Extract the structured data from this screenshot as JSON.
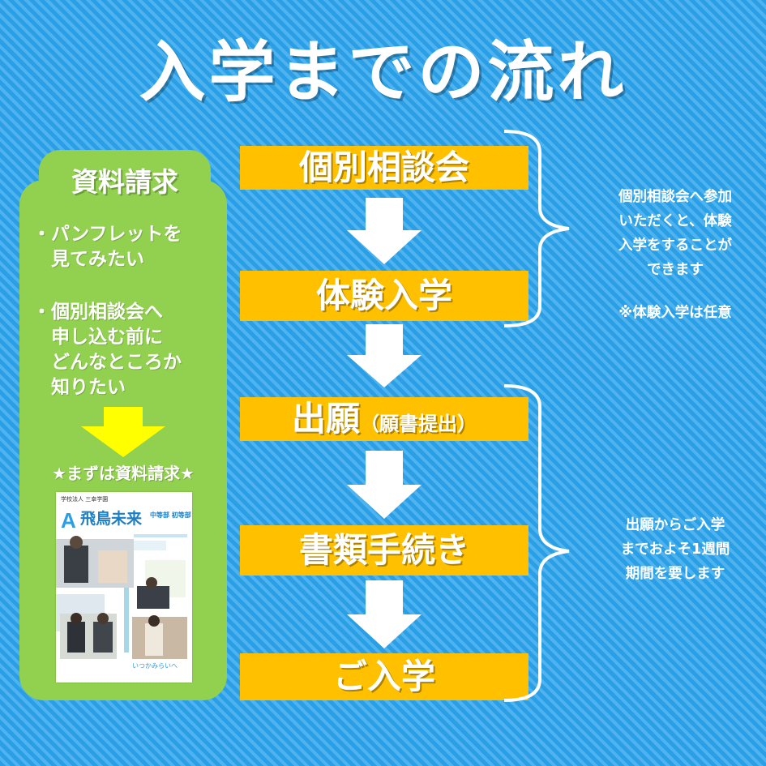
{
  "title": "入学までの流れ",
  "steps": [
    {
      "main": "個別相談会",
      "sub": ""
    },
    {
      "main": "体験入学",
      "sub": ""
    },
    {
      "main": "出願",
      "sub": "（願書提出）"
    },
    {
      "main": "書類手続き",
      "sub": ""
    },
    {
      "main": "ご入学",
      "sub": ""
    }
  ],
  "notes": {
    "upper": "個別相談会へ参加\nいただくと、体験\n入学をすることが\nできます",
    "upper_remark": "※体験入学は任意",
    "lower": "出願からご入学\nまでおよそ1週間\n期間を要します"
  },
  "sidebar": {
    "title": "資料請求",
    "item1": "・パンフレットを\n　見てみたい",
    "item2": "・個別相談会へ\n　申し込む前に\n　どんなところか\n　知りたい",
    "cta": "★まずは資料請求★"
  },
  "pamphlet": {
    "corp": "学校法人 三幸学園",
    "school": "飛鳥未来",
    "divisions": "中等部 初等部",
    "caption": "いつかみらいへ"
  },
  "colors": {
    "background": "#2a9fe6",
    "step_box": "#ffc000",
    "sidebar": "#92d050",
    "cta_arrow": "#ffff00",
    "text": "#ffffff"
  }
}
